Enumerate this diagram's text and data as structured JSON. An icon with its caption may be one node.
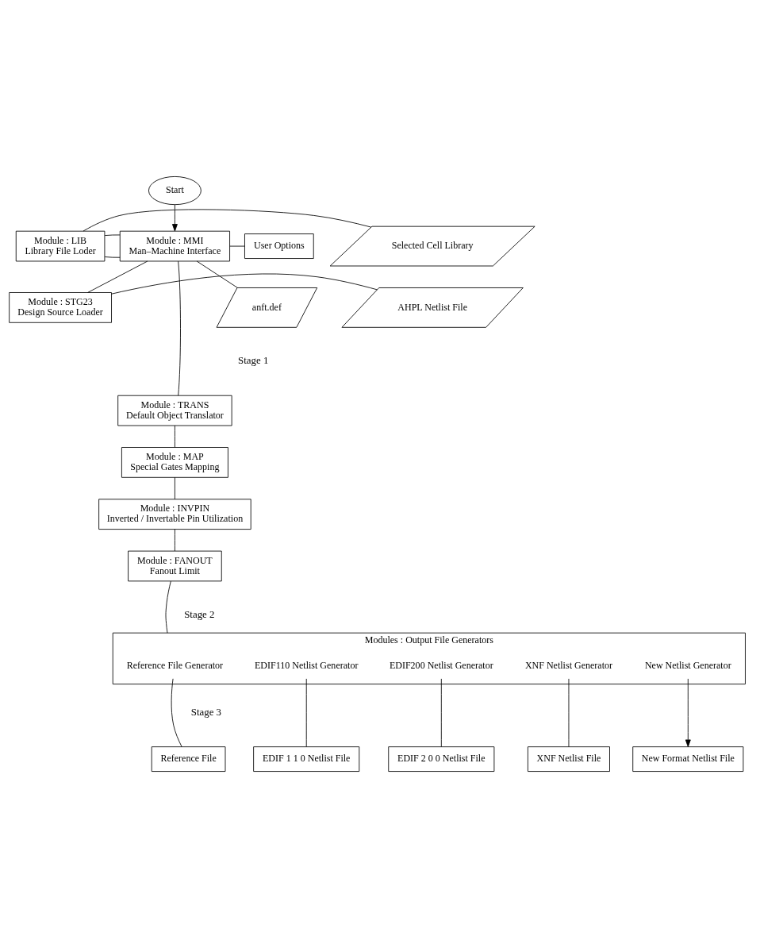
{
  "diagram": {
    "nodes": [
      {
        "text": [
          "Start"
        ]
      },
      {
        "text": [
          "User Options"
        ]
      },
      {
        "text": [
          "Module : MMI",
          "Man–Machine Interface"
        ]
      },
      {
        "text": [
          "Module : LIB",
          "Library File Loder"
        ]
      },
      {
        "text": [
          "Selected Cell Library"
        ]
      },
      {
        "text": [
          "anft.def"
        ]
      },
      {
        "text": [
          "Module : STG23",
          "Design Source Loader"
        ]
      },
      {
        "text": [
          "AHPL Netlist File"
        ]
      },
      {
        "text": [
          "Module : TRANS",
          "Default Object Translator"
        ]
      },
      {
        "text": [
          "Module : MAP",
          "Special Gates Mapping"
        ]
      },
      {
        "text": [
          "Module : INVPIN",
          "Inverted / Invertable Pin Utilization"
        ]
      },
      {
        "text": [
          "Module : FANOUT",
          "Fanout Limit"
        ]
      },
      {
        "text": [
          "Modules : Output File Generators"
        ]
      },
      {
        "text": [
          "Reference File Generator"
        ],
        "in": 12
      },
      {
        "text": [
          "EDIF110 Netlist Generator"
        ],
        "in": 12
      },
      {
        "text": [
          "EDIF200 Netlist Generator"
        ],
        "in": 12
      },
      {
        "text": [
          "XNF Netlist Generator"
        ],
        "in": 12
      },
      {
        "text": [
          "New Netlist Generator"
        ],
        "in": 12
      },
      {
        "text": [
          "Reference File"
        ]
      },
      {
        "text": [
          "EDIF 1 1 0 Netlist File"
        ]
      },
      {
        "text": [
          "EDIF 2 0 0 Netlist File"
        ]
      },
      {
        "text": [
          "XNF Netlist File"
        ]
      },
      {
        "text": [
          "New Format Netlist File"
        ]
      }
    ],
    "edges": [
      {
        "from": 0,
        "to": 2,
        "arrow": "to"
      },
      {
        "from": 1,
        "to": 2,
        "arrow": "none"
      },
      {
        "from": 5,
        "to": 2,
        "arrow": "none"
      },
      {
        "from": 2,
        "to": 3,
        "arrow": "none"
      },
      {
        "from": 2,
        "to": 3,
        "arrow": "none"
      },
      {
        "from": 2,
        "to": 6,
        "arrow": "none"
      },
      {
        "from": 3,
        "to": 4,
        "arrow": "none"
      },
      {
        "from": 6,
        "to": 7,
        "arrow": "none"
      },
      {
        "from": 2,
        "to": 8,
        "arrow": "none"
      },
      {
        "from": 8,
        "to": 9,
        "arrow": "none"
      },
      {
        "from": 9,
        "to": 10,
        "arrow": "none"
      },
      {
        "from": 10,
        "to": 11,
        "arrow": "none"
      },
      {
        "from": 11,
        "to": 12,
        "arrow": "none"
      },
      {
        "from": 13,
        "to": 18,
        "arrow": "none"
      },
      {
        "from": 14,
        "to": 19,
        "arrow": "none"
      },
      {
        "from": 15,
        "to": 20,
        "arrow": "none"
      },
      {
        "from": 16,
        "to": 21,
        "arrow": "none"
      },
      {
        "from": 17,
        "to": 22,
        "arrow": "to"
      }
    ],
    "labels": [
      "Stage 1",
      "Stage 2",
      "Stage 3"
    ]
  }
}
